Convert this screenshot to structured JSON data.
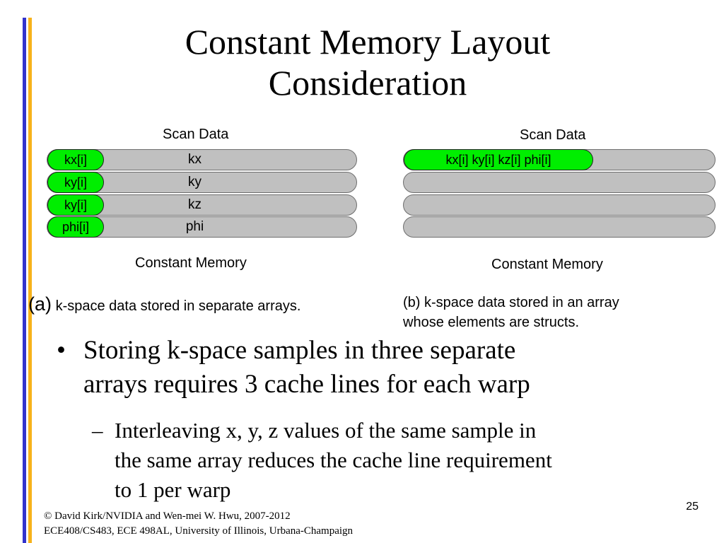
{
  "title": {
    "line1": "Constant Memory Layout",
    "line2": "Consideration"
  },
  "diagram_a": {
    "scan_label": "Scan Data",
    "rows": [
      {
        "pill": "kx[i]",
        "text": "kx"
      },
      {
        "pill": "ky[i]",
        "text": "ky"
      },
      {
        "pill": "ky[i]",
        "text": "kz"
      },
      {
        "pill": "phi[i]",
        "text": "phi"
      }
    ],
    "memory_label": "Constant Memory",
    "caption_lead": "(a)",
    "caption_text": "k-space data stored in separate arrays."
  },
  "diagram_b": {
    "scan_label": "Scan Data",
    "pill": "kx[i] ky[i] kz[i] phi[i]",
    "memory_label": "Constant Memory",
    "caption_line1": "(b) k-space data stored in an array",
    "caption_line2": "whose elements are structs."
  },
  "bullets": {
    "main_mark": "•",
    "main_line1": "Storing k-space samples in three separate",
    "main_line2": "arrays requires 3 cache lines for each warp",
    "sub_mark": "–",
    "sub_line1": "Interleaving x, y, z values of the same sample in",
    "sub_line2": "the same array reduces the cache line requirement",
    "sub_line3": "to 1 per warp"
  },
  "footer": {
    "line1": "© David Kirk/NVIDIA and Wen-mei W. Hwu, 2007-2012",
    "line2": "ECE408/CS483, ECE 498AL, University of Illinois, Urbana-Champaign"
  },
  "page_number": "25",
  "colors": {
    "accent_blue": "#3333cc",
    "accent_orange": "#f7b21b",
    "pill_green": "#00ee00",
    "row_gray": "#c0c0c0"
  }
}
